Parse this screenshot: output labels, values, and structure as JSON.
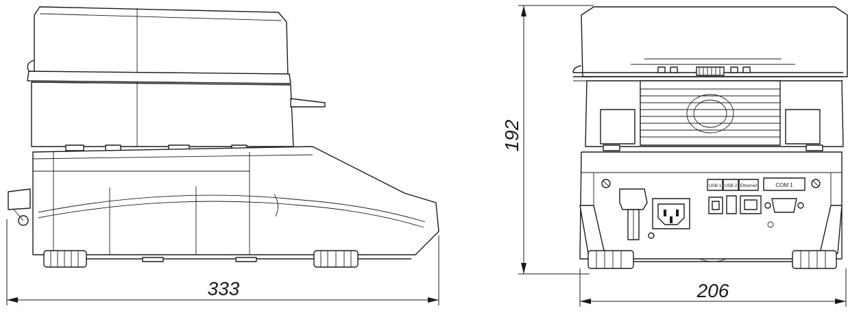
{
  "dimensions": {
    "depth": "333",
    "width": "206",
    "height": "192"
  },
  "port_labels": {
    "usb1": "USB 1",
    "usb2": "USB 2",
    "ethernet": "Ethernet",
    "com1": "COM 1"
  }
}
